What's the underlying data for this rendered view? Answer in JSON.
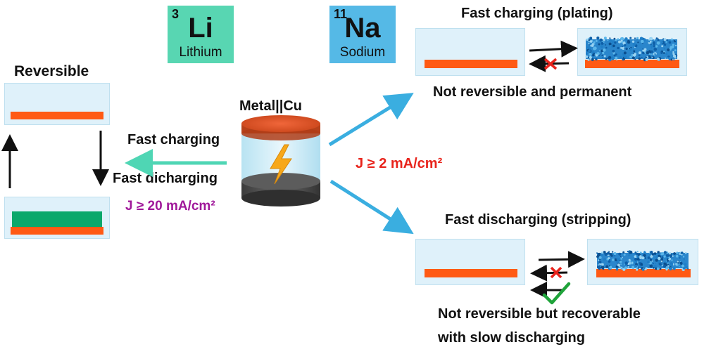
{
  "elements": {
    "lithium": {
      "number": "3",
      "symbol": "Li",
      "name": "Lithium",
      "color": "#58d6b2"
    },
    "sodium": {
      "number": "11",
      "symbol": "Na",
      "name": "Sodium",
      "color": "#55b9e6"
    }
  },
  "left": {
    "title": "Reversible",
    "fast_charging": "Fast charging",
    "fast_discharging": "Fast dicharging",
    "current_density": "J ≥ 20 mA/cm²"
  },
  "center": {
    "cell_label": "Metal||Cu",
    "current_density": "J ≥ 2 mA/cm²"
  },
  "top_right": {
    "title": "Fast charging (plating)",
    "caption": "Not reversible and permanent"
  },
  "bottom_right": {
    "title": "Fast discharging (stripping)",
    "caption_line1": "Not reversible but recoverable",
    "caption_line2": "with slow discharging"
  },
  "colors": {
    "electrolyte": "#dff1fa",
    "electrode": "#ff5a14",
    "deposit_green": "#0aa86b",
    "deposit_blue": "#1f7fc8",
    "arrow_blue": "#3aaee0",
    "arrow_teal": "#4fd6b4",
    "text_red": "#e8241c",
    "text_purple": "#a0189a",
    "check_green": "#1fa33a",
    "cross_red": "#e8241c"
  }
}
